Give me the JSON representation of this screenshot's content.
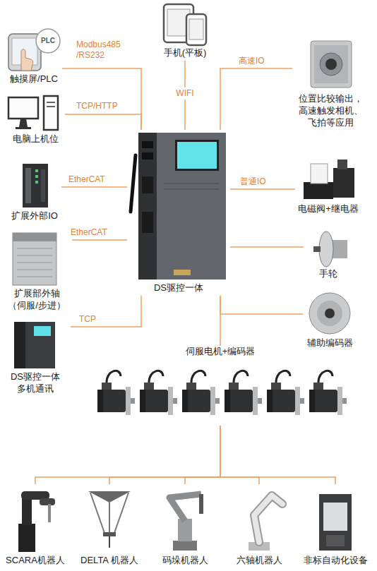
{
  "diagram": {
    "nodes": [
      {
        "text": [
          "触摸屏/PLC"
        ]
      },
      {
        "text": [
          "电脑上机位"
        ]
      },
      {
        "text": [
          "扩展外部IO"
        ]
      },
      {
        "text": [
          "扩展部外轴 （伺服/步进）"
        ]
      },
      {
        "text": [
          "DS驱控一体 多机通讯"
        ]
      },
      {
        "text": [
          "手机(平板)"
        ]
      },
      {
        "text": [
          "DS驱控一体"
        ]
      },
      {
        "text": [
          "位置比较输出， 高速触发相机、 飞拍等应用"
        ]
      },
      {
        "text": [
          "电磁阀+继电器"
        ]
      },
      {
        "text": [
          "手轮"
        ]
      },
      {
        "text": [
          "辅助编码器"
        ]
      },
      {
        "text": [
          "伺服电机+编码器"
        ]
      },
      {
        "text": [
          "SCARA机器人"
        ]
      },
      {
        "text": [
          "DELTA 机器人"
        ]
      },
      {
        "text": [
          "码垛机器人"
        ]
      },
      {
        "text": [
          "六轴机器人"
        ]
      },
      {
        "text": [
          "非标自动化设备"
        ]
      }
    ],
    "edges": [
      {
        "from": 0,
        "to": 6,
        "label": "Modbus485 /RS232",
        "arrow": "none"
      },
      {
        "from": 1,
        "to": 6,
        "label": "TCP/HTTP",
        "arrow": "none"
      },
      {
        "from": 2,
        "to": 6,
        "label": "EtherCAT",
        "arrow": "none"
      },
      {
        "from": 3,
        "to": 6,
        "label": "EtherCAT",
        "arrow": "none"
      },
      {
        "from": 4,
        "to": 6,
        "label": "TCP",
        "arrow": "none"
      },
      {
        "from": 5,
        "to": 6,
        "label": "WIFI",
        "arrow": "none"
      },
      {
        "from": 6,
        "to": 7,
        "label": "高速IO",
        "arrow": "none"
      },
      {
        "from": 6,
        "to": 8,
        "label": "普通IO",
        "arrow": "none"
      },
      {
        "from": 6,
        "to": 9,
        "arrow": "none"
      },
      {
        "from": 6,
        "to": 10,
        "arrow": "none"
      },
      {
        "from": 6,
        "to": 11,
        "arrow": "none"
      },
      {
        "from": 11,
        "to": 12,
        "arrow": "none"
      },
      {
        "from": 11,
        "to": 13,
        "arrow": "none"
      },
      {
        "from": 11,
        "to": 14,
        "arrow": "none"
      },
      {
        "from": 11,
        "to": 15,
        "arrow": "none"
      },
      {
        "from": 11,
        "to": 16,
        "arrow": "none"
      }
    ],
    "labels": [
      "PLC"
    ]
  }
}
